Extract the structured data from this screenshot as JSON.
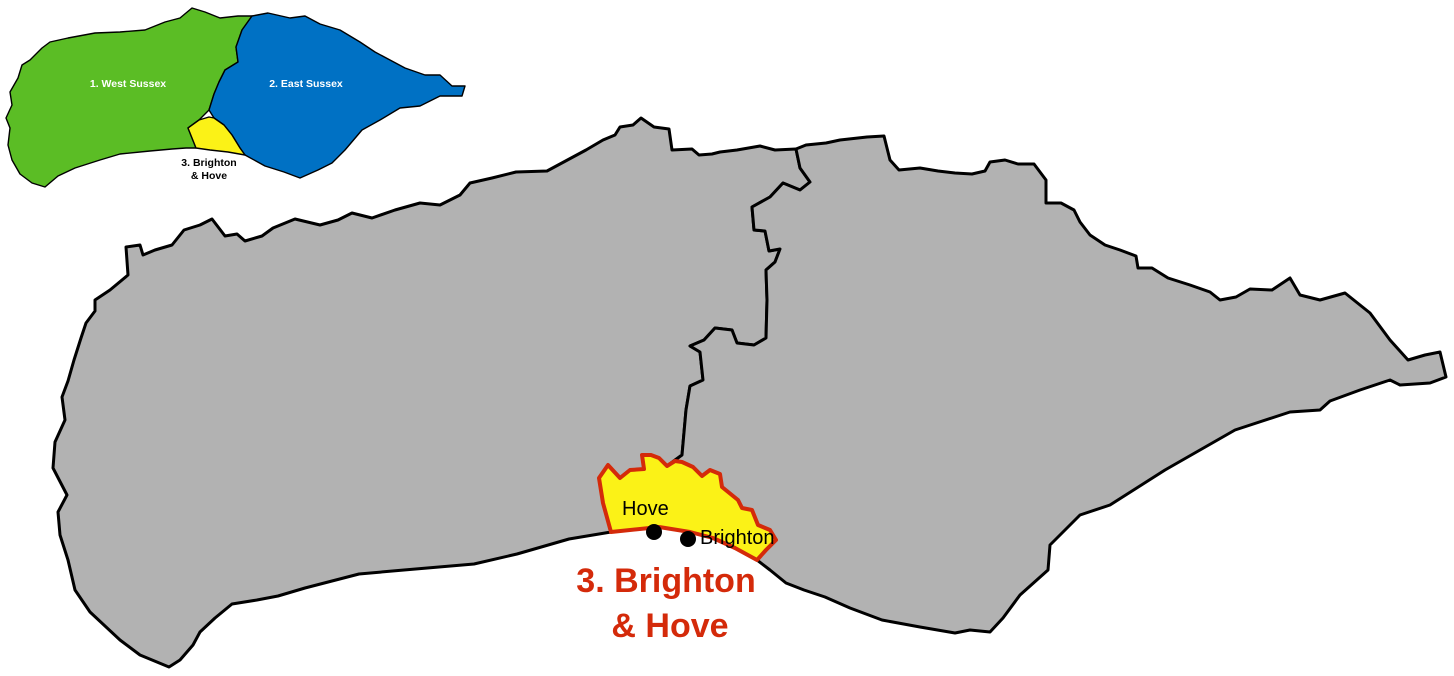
{
  "inset": {
    "west_sussex_label": "1. West Sussex",
    "east_sussex_label": "2. East Sussex",
    "brighton_label_line1": "3. Brighton",
    "brighton_label_line2": "& Hove"
  },
  "main_map": {
    "towns": [
      {
        "name": "Hove"
      },
      {
        "name": "Brighton"
      }
    ],
    "highlight_label_line1": "3. Brighton",
    "highlight_label_line2": "& Hove"
  },
  "colors": {
    "west_sussex": "#5bbd25",
    "east_sussex": "#0071c4",
    "brighton_hove": "#fbf217",
    "main_counties": "#b2b2b2",
    "highlight_outline": "#d42a0a",
    "highlight_text": "#d42a0a",
    "outline": "#000000"
  }
}
